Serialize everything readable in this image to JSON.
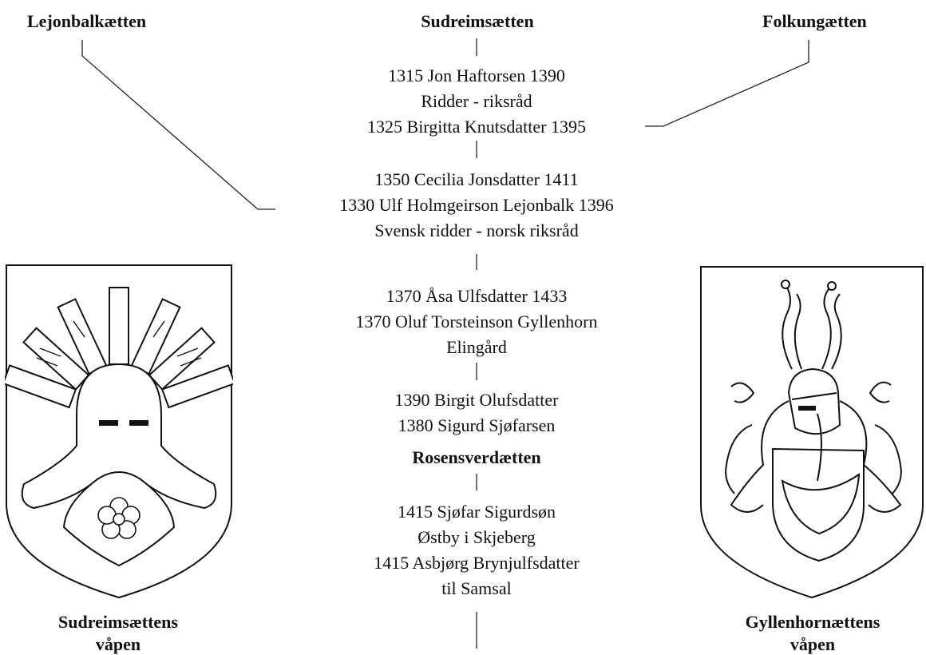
{
  "families": {
    "left": "Lejonbalkætten",
    "center": "Sudreimsætten",
    "right": "Folkungætten",
    "rosensverd": "Rosensverdætten"
  },
  "generations": [
    {
      "lines": [
        "1315 Jon Haftorsen 1390",
        "Ridder - riksråd",
        "1325 Birgitta Knutsdatter 1395"
      ]
    },
    {
      "lines": [
        "1350 Cecilia Jonsdatter 1411",
        "1330 Ulf Holmgeirson Lejonbalk 1396",
        "Svensk ridder - norsk riksråd"
      ]
    },
    {
      "lines": [
        "1370 Åsa Ulfsdatter 1433",
        "1370 Oluf Torsteinson Gyllenhorn",
        "Elingård"
      ]
    },
    {
      "lines": [
        "1390 Birgit Olufsdatter",
        "1380 Sigurd Sjøfarsen"
      ]
    },
    {
      "lines": [
        "1415 Sjøfar Sigurdsøn",
        "Østby i Skjeberg",
        "1415 Asbjørg Brynjulfsdatter",
        "til Samsal"
      ]
    }
  ],
  "crests": {
    "left": {
      "caption": [
        "Sudreimsættens",
        "våpen"
      ],
      "icon": "sudreim-coat-of-arms-icon"
    },
    "right": {
      "caption": [
        "Gyllenhornættens",
        "våpen"
      ],
      "icon": "gyllenhorn-coat-of-arms-icon"
    }
  }
}
